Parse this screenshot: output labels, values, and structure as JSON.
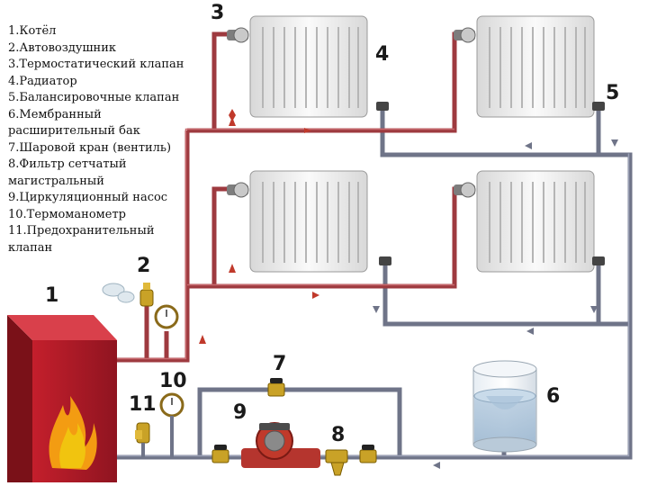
{
  "legend": [
    "1.Котёл",
    "2.Автовоздушник",
    "3.Термостатический клапан",
    "4.Радиатор",
    "5.Балансировочные клапан",
    "6.Мембранный расширительный бак",
    "7.Шаровой кран (вентиль)",
    "8.Фильтр сетчатый магистральный",
    "9.Циркуляционный насос",
    "10.Термоманометр",
    "11.Предохранительный клапан"
  ],
  "numbers": {
    "n1": "1",
    "n2": "2",
    "n3": "3",
    "n4": "4",
    "n5": "5",
    "n6": "6",
    "n7": "7",
    "n8": "8",
    "n9": "9",
    "n10": "10",
    "n11": "11"
  },
  "colors": {
    "supply": "#9e3a3f",
    "return": "#6f7488",
    "boiler": "#b01e2a",
    "radiator": "#e8e8e8"
  }
}
